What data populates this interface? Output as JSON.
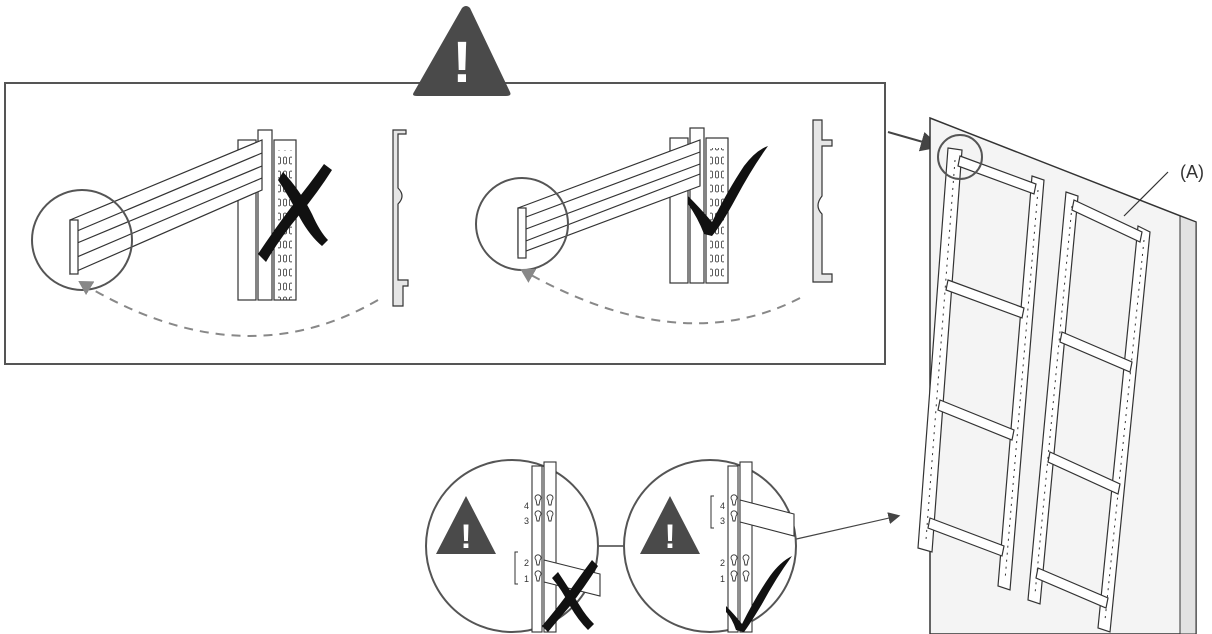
{
  "callout_label": "(A)",
  "warning_symbol": "!",
  "height_markers": [
    "4",
    "3",
    "2",
    "1"
  ],
  "colors": {
    "warning_fill": "#4a4a4a",
    "line": "#333333",
    "frame_border": "#555555",
    "panel_fill": "#f2f2f2",
    "arrow_dash": "#888888"
  },
  "icons": {
    "wrong": "cross-mark-icon",
    "correct": "check-mark-icon",
    "warning": "warning-triangle-icon"
  }
}
